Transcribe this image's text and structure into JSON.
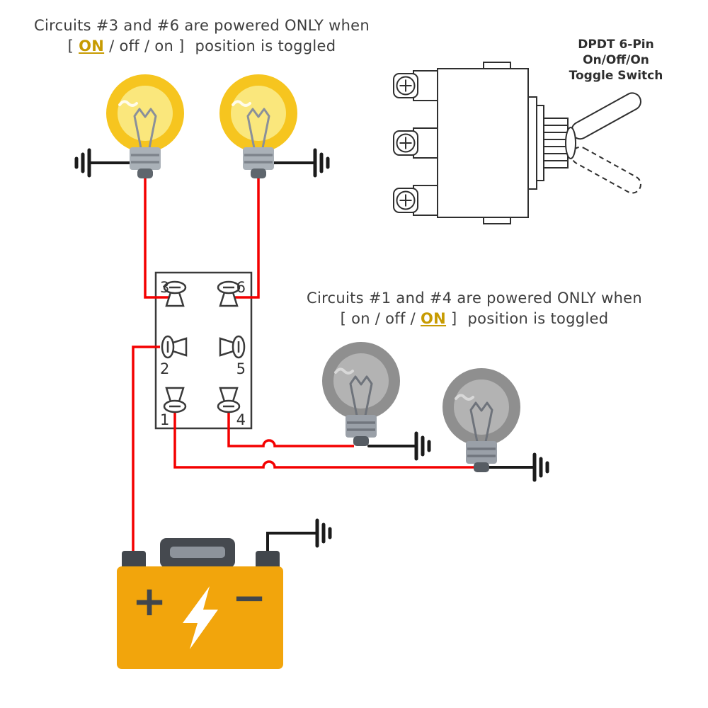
{
  "colors": {
    "wire_red": "#f40000",
    "wire_black": "#1b1b1b",
    "gold": "#c79b02",
    "text_dark": "#3e3e3e",
    "line_dark": "#3a3a3a",
    "battery_yellow": "#f2a50c",
    "battery_dark": "#41464c",
    "bulb_yellow": "#f6c51f",
    "bulb_yellow_inner": "#fae77c",
    "bulb_gray": "#8f8f8f",
    "bulb_gray_inner": "#b3b3b3"
  },
  "note_36": {
    "line1": "Circuits #3 and #6 are powered ONLY when",
    "pre": "[",
    "highlight": "ON",
    "post": "/ off / on ]",
    "tail": "position is toggled"
  },
  "note_14": {
    "line1": "Circuits #1 and #4 are powered ONLY when",
    "pre": "[ on / off /",
    "highlight": "ON",
    "post": "]",
    "tail": "position is toggled"
  },
  "switch_label": {
    "line1": "DPDT 6-Pin",
    "line2": "On/Off/On",
    "line3": "Toggle Switch"
  },
  "pins": {
    "p1": "1",
    "p2": "2",
    "p3": "3",
    "p4": "4",
    "p5": "5",
    "p6": "6"
  },
  "battery": {
    "plus": "+",
    "minus": "−"
  }
}
